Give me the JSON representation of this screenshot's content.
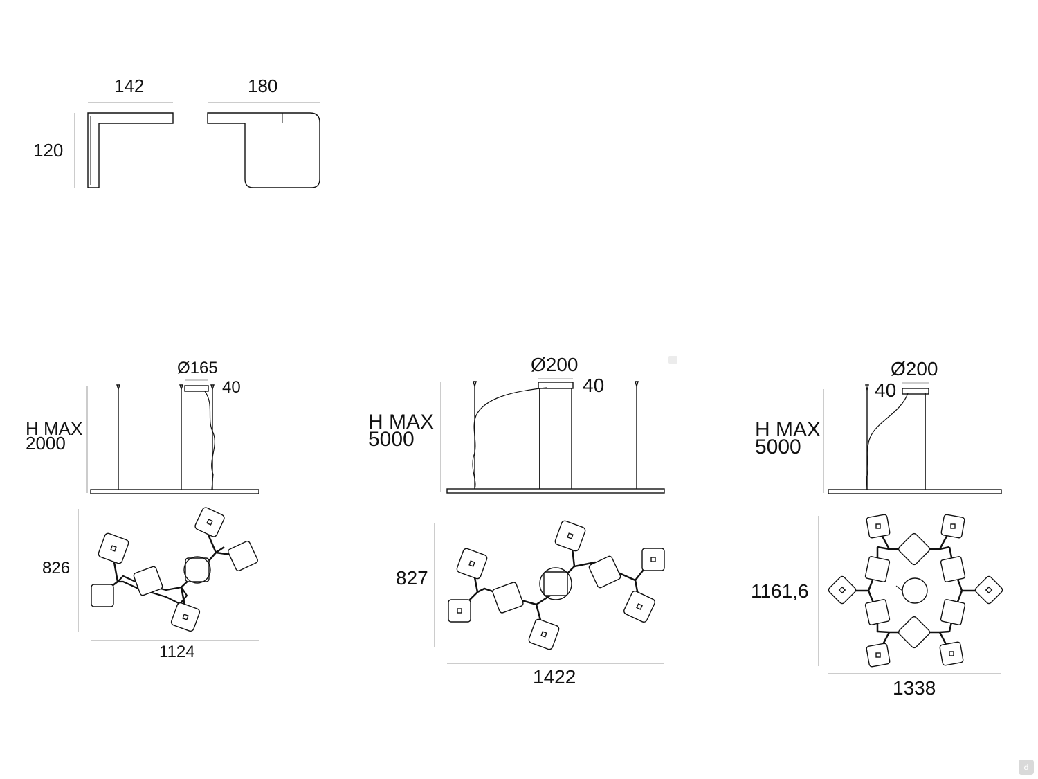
{
  "profiles": {
    "small_width": "142",
    "large_width": "180",
    "height": "120"
  },
  "model_1": {
    "diameter": "Ø165",
    "rose_height": "40",
    "hmax_label": "H MAX",
    "hmax_value": "2000",
    "depth": "826",
    "width": "1124"
  },
  "model_2": {
    "diameter": "Ø200",
    "rose_height": "40",
    "hmax_label": "H MAX",
    "hmax_value": "5000",
    "depth": "827",
    "width": "1422"
  },
  "model_3": {
    "diameter": "Ø200",
    "rose_height": "40",
    "hmax_label": "H MAX",
    "hmax_value": "5000",
    "depth": "1161,6",
    "width": "1338"
  },
  "watermark": "d"
}
